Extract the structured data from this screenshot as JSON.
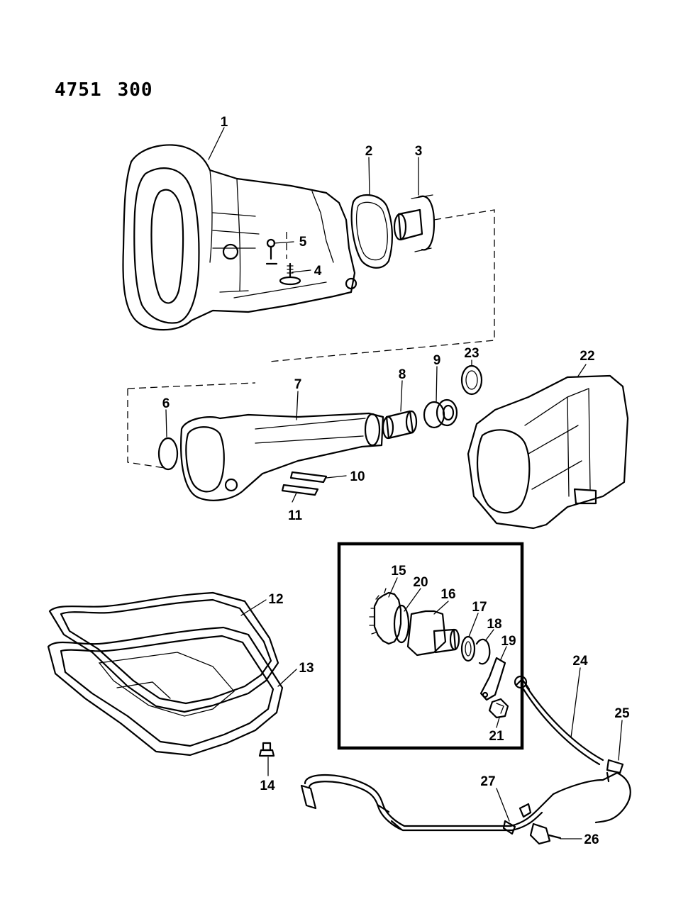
{
  "header": {
    "code_a": "4751",
    "code_b": "300"
  },
  "callouts": [
    {
      "id": "c1",
      "text": "1"
    },
    {
      "id": "c2",
      "text": "2"
    },
    {
      "id": "c3",
      "text": "3"
    },
    {
      "id": "c4",
      "text": "4"
    },
    {
      "id": "c5",
      "text": "5"
    },
    {
      "id": "c6",
      "text": "6"
    },
    {
      "id": "c7",
      "text": "7"
    },
    {
      "id": "c8",
      "text": "8"
    },
    {
      "id": "c9",
      "text": "9"
    },
    {
      "id": "c10",
      "text": "10"
    },
    {
      "id": "c11",
      "text": "11"
    },
    {
      "id": "c12",
      "text": "12"
    },
    {
      "id": "c13",
      "text": "13"
    },
    {
      "id": "c14",
      "text": "14"
    },
    {
      "id": "c15",
      "text": "15"
    },
    {
      "id": "c16",
      "text": "16"
    },
    {
      "id": "c17",
      "text": "17"
    },
    {
      "id": "c18",
      "text": "18"
    },
    {
      "id": "c19",
      "text": "19"
    },
    {
      "id": "c20",
      "text": "20"
    },
    {
      "id": "c21",
      "text": "21"
    },
    {
      "id": "c22",
      "text": "22"
    },
    {
      "id": "c23",
      "text": "23"
    },
    {
      "id": "c24",
      "text": "24"
    },
    {
      "id": "c25",
      "text": "25"
    },
    {
      "id": "c26",
      "text": "26"
    },
    {
      "id": "c27",
      "text": "27"
    }
  ]
}
